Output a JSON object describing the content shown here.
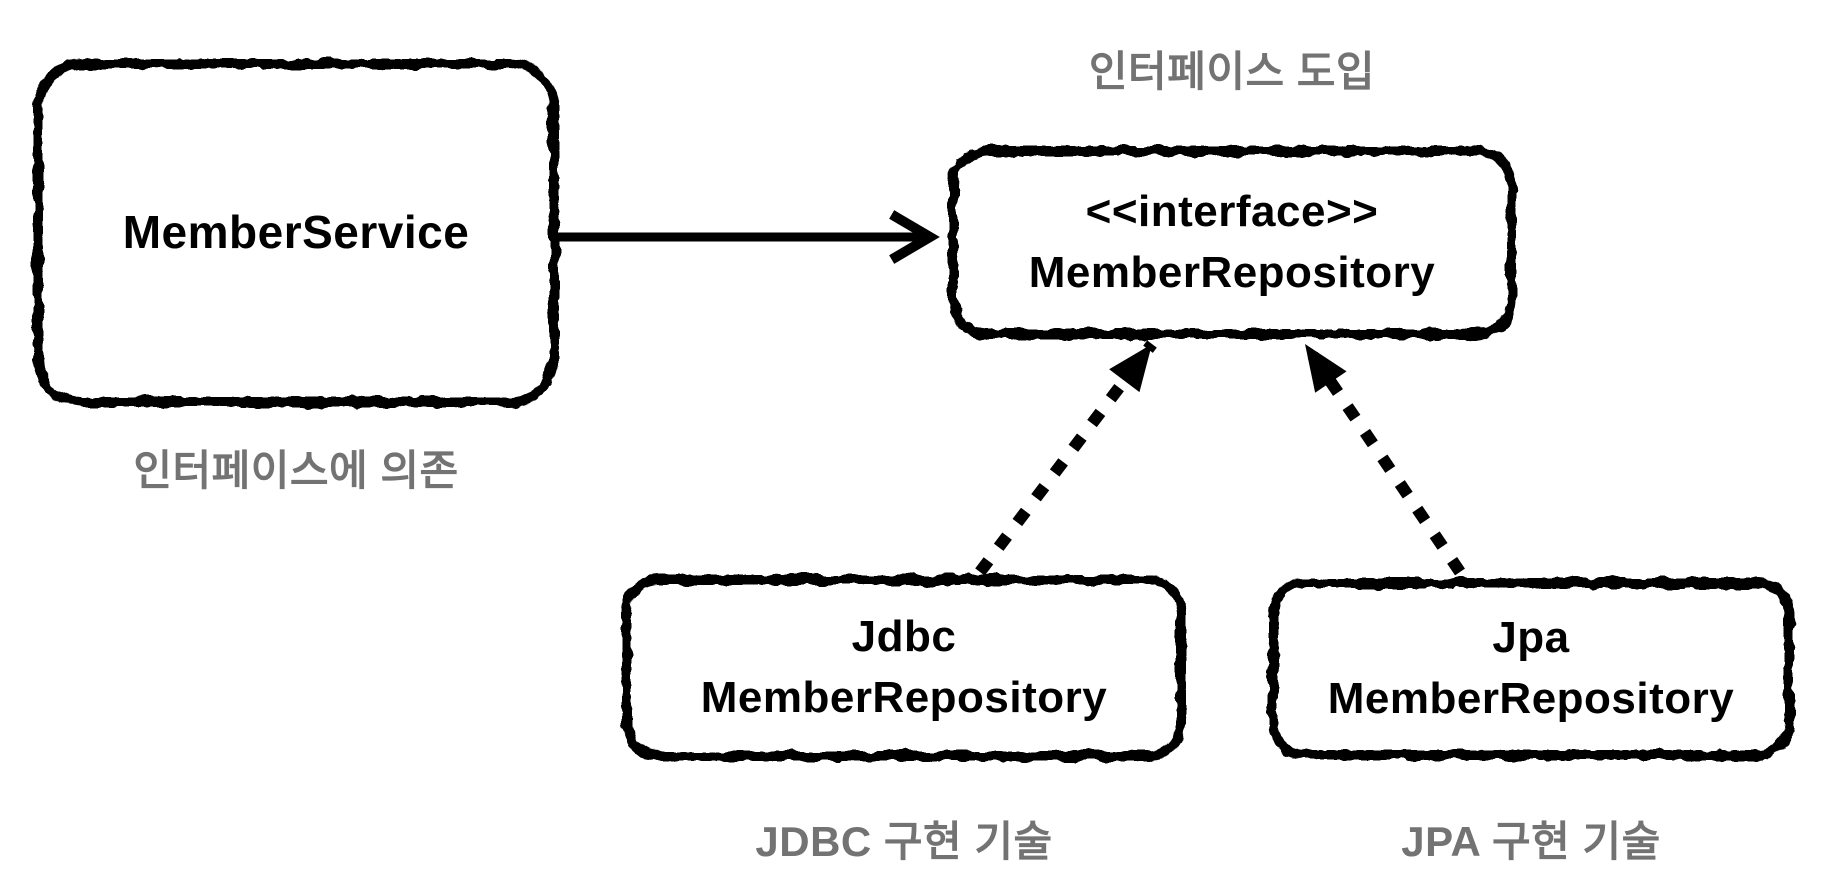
{
  "diagram": {
    "type": "uml-dependency-diagram",
    "nodes": {
      "member_service": {
        "label": "MemberService"
      },
      "member_repository": {
        "stereotype": "<<interface>>",
        "label": "MemberRepository"
      },
      "jdbc_repository": {
        "line1": "Jdbc",
        "line2": "MemberRepository"
      },
      "jpa_repository": {
        "line1": "Jpa",
        "line2": "MemberRepository"
      }
    },
    "annotations": {
      "depends_on_interface": "인터페이스에 의존",
      "introduce_interface": "인터페이스 도입",
      "jdbc_tech": "JDBC 구현 기술",
      "jpa_tech": "JPA 구현 기술"
    },
    "edges": [
      {
        "from": "MemberService",
        "to": "MemberRepository",
        "style": "solid",
        "head": "open-arrow"
      },
      {
        "from": "JdbcMemberRepository",
        "to": "MemberRepository",
        "style": "dashed",
        "head": "filled-triangle"
      },
      {
        "from": "JpaMemberRepository",
        "to": "MemberRepository",
        "style": "dashed",
        "head": "filled-triangle"
      }
    ],
    "colors": {
      "stroke": "#000000",
      "node_text": "#000000",
      "annotation_text": "#737373",
      "background": "#ffffff"
    }
  }
}
